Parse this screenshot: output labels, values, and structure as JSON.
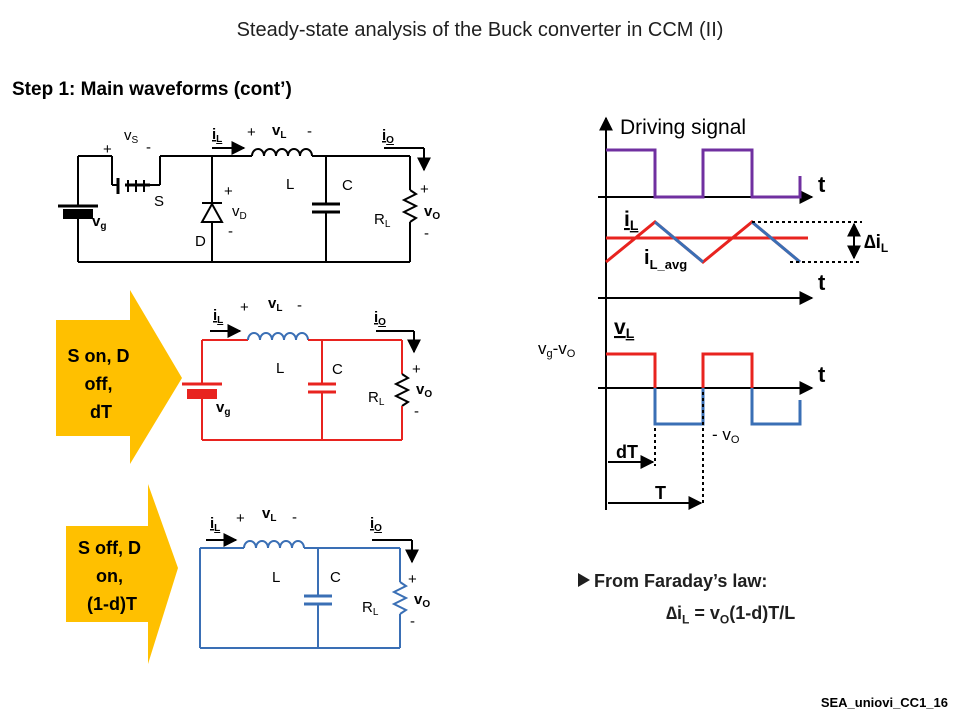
{
  "title": "Steady-state analysis of the Buck converter in CCM (II)",
  "step_heading": "Step 1: Main waveforms (cont’)",
  "circuit_main": {
    "vs": "v",
    "vs_sub": "S",
    "switch": "S",
    "diode": "D",
    "vd": "v",
    "vd_sub": "D",
    "il": "i",
    "il_sub": "L",
    "vl": "v",
    "vl_sub": "L",
    "inductor": "L",
    "capacitor": "C",
    "rl": "R",
    "rl_sub": "L",
    "io": "i",
    "io_sub": "O",
    "vo": "v",
    "vo_sub": "O",
    "vg": "v",
    "vg_sub": "g",
    "plus": "+",
    "minus": "-"
  },
  "state_on": {
    "label_line1": "S on, D",
    "label_line2": "off,",
    "label_line3": "dT",
    "color": "#e8231f"
  },
  "state_off": {
    "label_line1": "S off, D",
    "label_line2": "on,",
    "label_line3": "(1-d)T",
    "color": "#3a6fb5"
  },
  "waveforms": {
    "driving_signal_label": "Driving signal",
    "t_label": "t",
    "il_label": "i",
    "il_sub": "L",
    "il_avg_label": "i",
    "il_avg_sub": "L_avg",
    "delta_il_label": "∆i",
    "delta_il_sub": "L",
    "vl_label": "v",
    "vl_sub": "L",
    "vg_minus_vo": "v",
    "vg_sub": "g",
    "vg_minus_vo_mid": "-v",
    "vo_sub": "O",
    "minus_vo": "- v",
    "minus_vo_sub": "O",
    "dT_label": "dT",
    "T_label": "T",
    "colors": {
      "drive": "#7030a0",
      "on": "#e8231f",
      "off": "#3a6fb5",
      "arrow": "#ffc000"
    }
  },
  "faraday_heading": "From Faraday’s law:",
  "faraday_eq": {
    "lhs": "∆i",
    "lhs_sub": "L",
    "mid": " = v",
    "mid_sub": "O",
    "rhs": "(1-d)T/L"
  },
  "footer": "SEA_uniovi_CC1_16"
}
